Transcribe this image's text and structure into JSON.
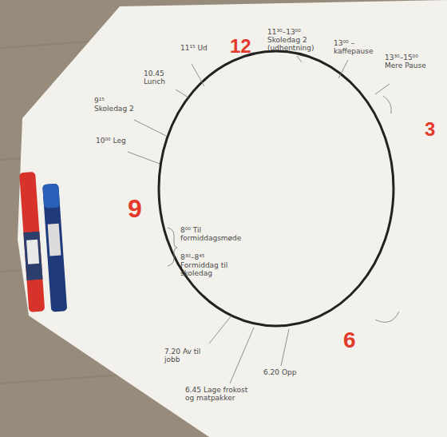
{
  "diagram": {
    "labels": [
      "12",
      "3",
      "6",
      "9",
      "11¹⁵ Ud",
      "10.45 Lunch",
      "11³⁰–13⁰⁰ Skoledag 2 (udhentning)",
      "13⁰⁰ – kaffepause",
      "13³⁰–15⁰⁰ Mere Pause",
      "9¹⁵ Skoledag 2",
      "10⁰⁰ Leg",
      "8⁰⁰ Til formiddagsmøde",
      "8³⁰–8⁴⁵ Formiddag til skoledag",
      "7.20 Av til jobb",
      "6.45 Lage frokost og matpakker",
      "6.20 Opp"
    ]
  }
}
